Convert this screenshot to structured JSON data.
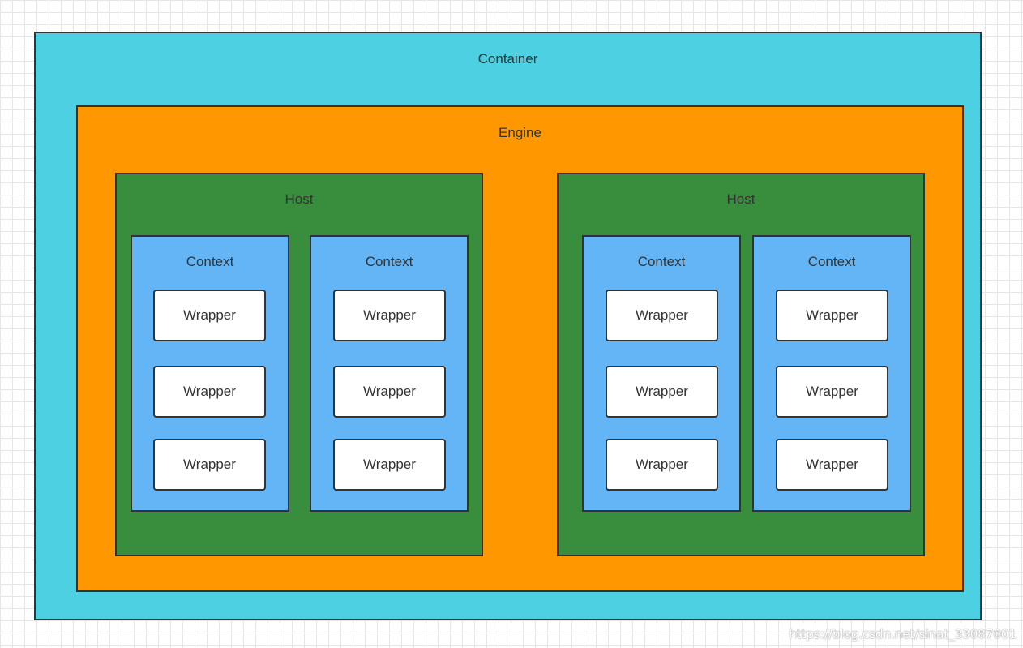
{
  "diagram": {
    "container": {
      "label": "Container"
    },
    "engine": {
      "label": "Engine"
    },
    "hosts": [
      {
        "label": "Host",
        "contexts": [
          {
            "label": "Context",
            "wrappers": [
              "Wrapper",
              "Wrapper",
              "Wrapper"
            ]
          },
          {
            "label": "Context",
            "wrappers": [
              "Wrapper",
              "Wrapper",
              "Wrapper"
            ]
          }
        ]
      },
      {
        "label": "Host",
        "contexts": [
          {
            "label": "Context",
            "wrappers": [
              "Wrapper",
              "Wrapper",
              "Wrapper"
            ]
          },
          {
            "label": "Context",
            "wrappers": [
              "Wrapper",
              "Wrapper",
              "Wrapper"
            ]
          }
        ]
      }
    ]
  },
  "watermark": "https://blog.csdn.net/sinat_33087001",
  "colors": {
    "container": "#4dd0e1",
    "engine": "#ff9800",
    "host": "#388e3c",
    "context": "#64b5f6",
    "wrapper": "#ffffff",
    "border": "#333333"
  }
}
